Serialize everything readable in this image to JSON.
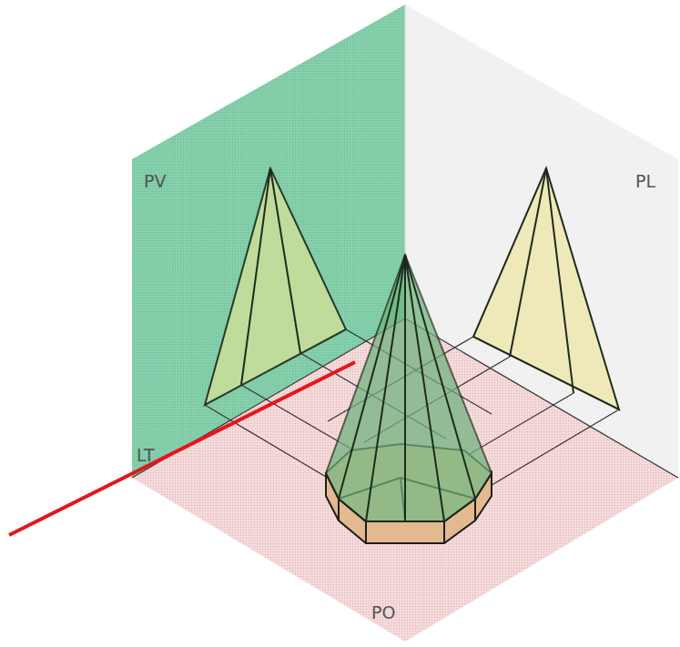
{
  "diagram": {
    "labels": [
      "PV",
      "PL",
      "LT",
      "PO"
    ]
  }
}
